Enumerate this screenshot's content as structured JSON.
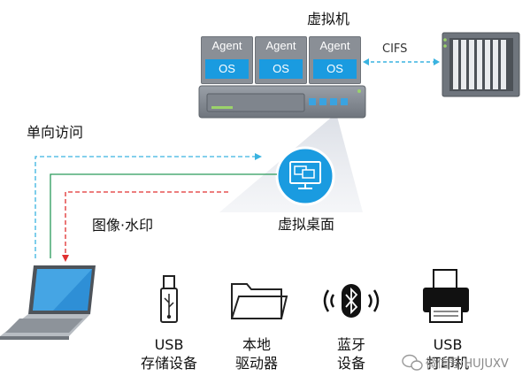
{
  "diagram": {
    "vm_cluster_label": "虚拟机",
    "vms": [
      {
        "agent": "Agent",
        "os": "OS"
      },
      {
        "agent": "Agent",
        "os": "OS"
      },
      {
        "agent": "Agent",
        "os": "OS"
      }
    ],
    "cifs_label": "CIFS",
    "one_way_access_label": "单向访问",
    "image_watermark_label": "图像·水印",
    "virtual_desktop_label": "虚拟桌面",
    "devices": [
      {
        "line1": "USB",
        "line2": "存储设备"
      },
      {
        "line1": "本地",
        "line2": "驱动器"
      },
      {
        "line1": "蓝牙",
        "line2": "设备"
      },
      {
        "line1": "USB",
        "line2": "打印机"
      }
    ],
    "watermark": "微信号:HUJUXV",
    "colors": {
      "accent_blue": "#1a9be0",
      "dashed_cyan": "#3ab3e0",
      "solid_green": "#2a9a5a",
      "dashed_red": "#e03030"
    }
  }
}
